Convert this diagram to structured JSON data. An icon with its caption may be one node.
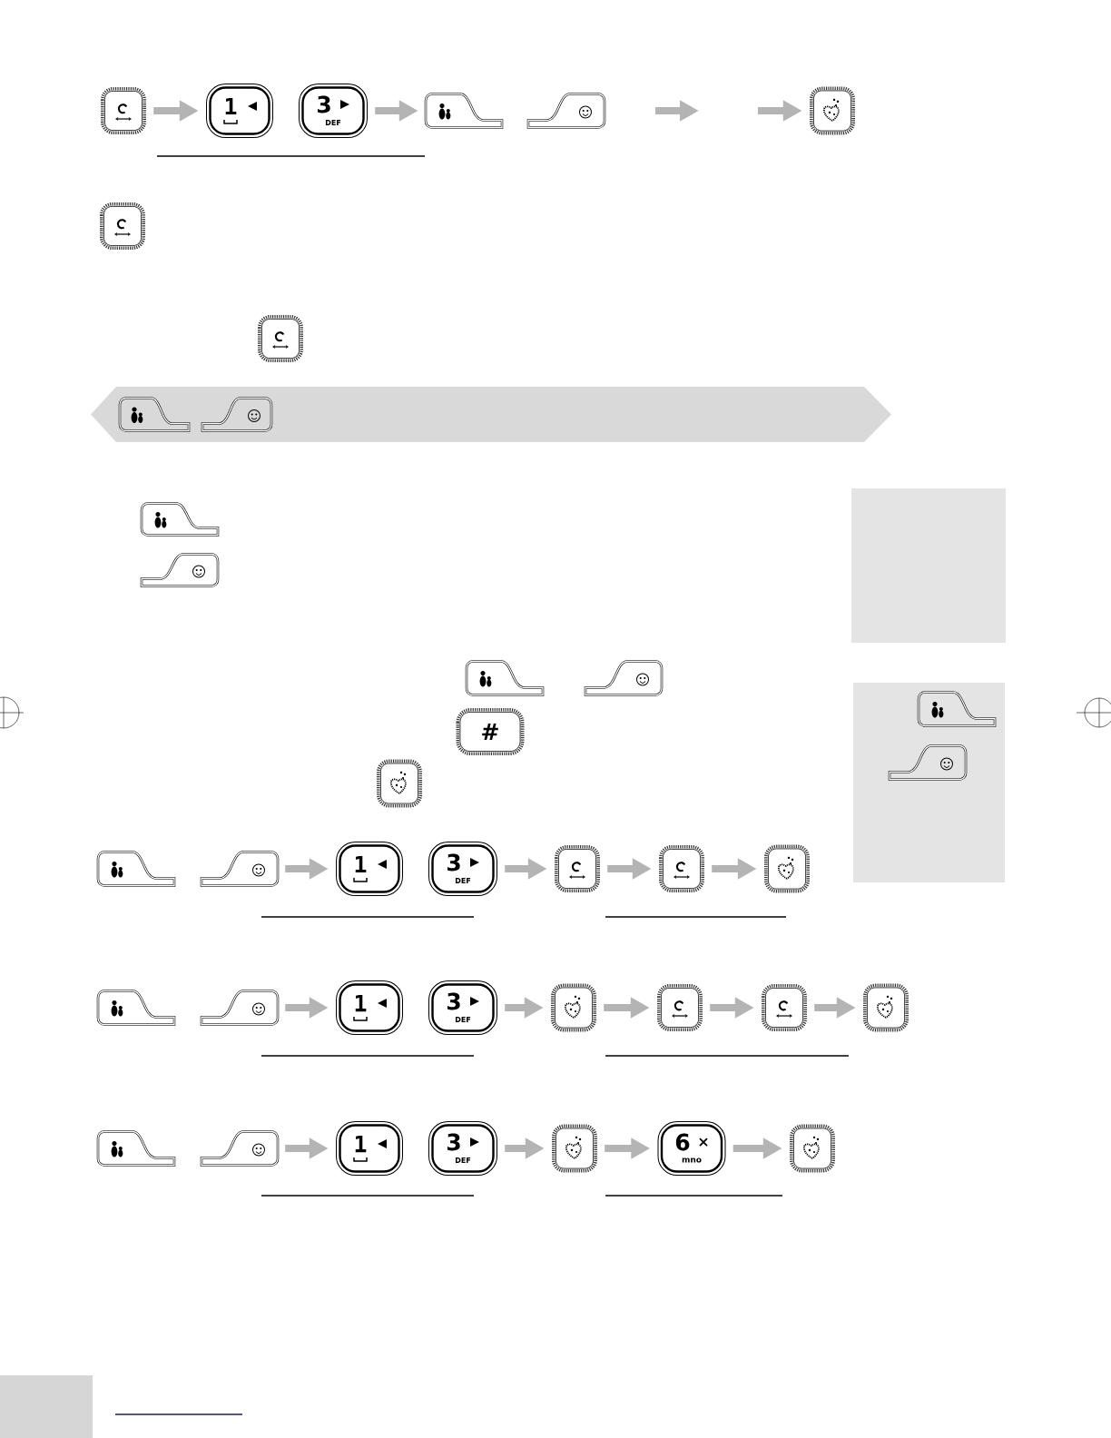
{
  "diagram": {
    "nodes": [
      {
        "text": [],
        "shape": "picture"
      },
      {
        "text": [
          "1"
        ]
      },
      {
        "text": [
          "3",
          "DEF"
        ]
      },
      {
        "text": [],
        "shape": "picture"
      },
      {
        "text": [],
        "shape": "picture"
      },
      {
        "text": [],
        "shape": "picture"
      },
      {
        "text": [],
        "shape": "picture"
      },
      {
        "text": [],
        "shape": "picture"
      },
      {
        "text": [],
        "shape": "bar"
      },
      {
        "text": [],
        "shape": "picture",
        "in": 8
      },
      {
        "text": [],
        "shape": "picture",
        "in": 8
      },
      {
        "text": [],
        "shape": "box"
      },
      {
        "text": [],
        "shape": "picture"
      },
      {
        "text": [],
        "shape": "picture"
      },
      {
        "text": [],
        "shape": "picture"
      },
      {
        "text": [],
        "shape": "picture"
      },
      {
        "text": [],
        "shape": "box"
      },
      {
        "text": [],
        "shape": "picture",
        "in": 16
      },
      {
        "text": [
          "#"
        ]
      },
      {
        "text": [],
        "shape": "picture",
        "in": 16
      },
      {
        "text": [],
        "shape": "picture"
      },
      {
        "text": [],
        "shape": "picture"
      },
      {
        "text": [],
        "shape": "picture"
      },
      {
        "text": [
          "1"
        ]
      },
      {
        "text": [
          "3",
          "DEF"
        ]
      },
      {
        "text": [],
        "shape": "picture"
      },
      {
        "text": [],
        "shape": "picture"
      },
      {
        "text": [],
        "shape": "picture"
      },
      {
        "text": [],
        "shape": "picture"
      },
      {
        "text": [],
        "shape": "picture"
      },
      {
        "text": [
          "1"
        ]
      },
      {
        "text": [
          "3",
          "DEF"
        ]
      },
      {
        "text": [],
        "shape": "picture"
      },
      {
        "text": [],
        "shape": "picture"
      },
      {
        "text": [],
        "shape": "picture"
      },
      {
        "text": [],
        "shape": "picture"
      },
      {
        "text": [],
        "shape": "picture"
      },
      {
        "text": [],
        "shape": "picture"
      },
      {
        "text": [
          "1"
        ]
      },
      {
        "text": [
          "3",
          "DEF"
        ]
      },
      {
        "text": [],
        "shape": "picture"
      },
      {
        "text": [
          "6",
          "mno"
        ]
      },
      {
        "text": [],
        "shape": "picture"
      }
    ],
    "edges": [
      {
        "from": 0,
        "to": 1,
        "arrow": "to"
      },
      {
        "from": 2,
        "to": 3,
        "arrow": "to"
      },
      {
        "from": null,
        "to": 5,
        "arrow": "to"
      },
      {
        "from": 22,
        "to": 23,
        "arrow": "to"
      },
      {
        "from": 24,
        "to": 25,
        "arrow": "to"
      },
      {
        "from": 25,
        "to": 26,
        "arrow": "to"
      },
      {
        "from": 26,
        "to": 27,
        "arrow": "to"
      },
      {
        "from": 29,
        "to": 30,
        "arrow": "to"
      },
      {
        "from": 31,
        "to": 32,
        "arrow": "to"
      },
      {
        "from": 32,
        "to": 33,
        "arrow": "to"
      },
      {
        "from": 33,
        "to": 34,
        "arrow": "to"
      },
      {
        "from": 34,
        "to": 35,
        "arrow": "to"
      },
      {
        "from": 37,
        "to": 38,
        "arrow": "to"
      },
      {
        "from": 39,
        "to": 40,
        "arrow": "to"
      },
      {
        "from": 40,
        "to": 41,
        "arrow": "to"
      },
      {
        "from": 41,
        "to": 42,
        "arrow": "to"
      }
    ]
  }
}
